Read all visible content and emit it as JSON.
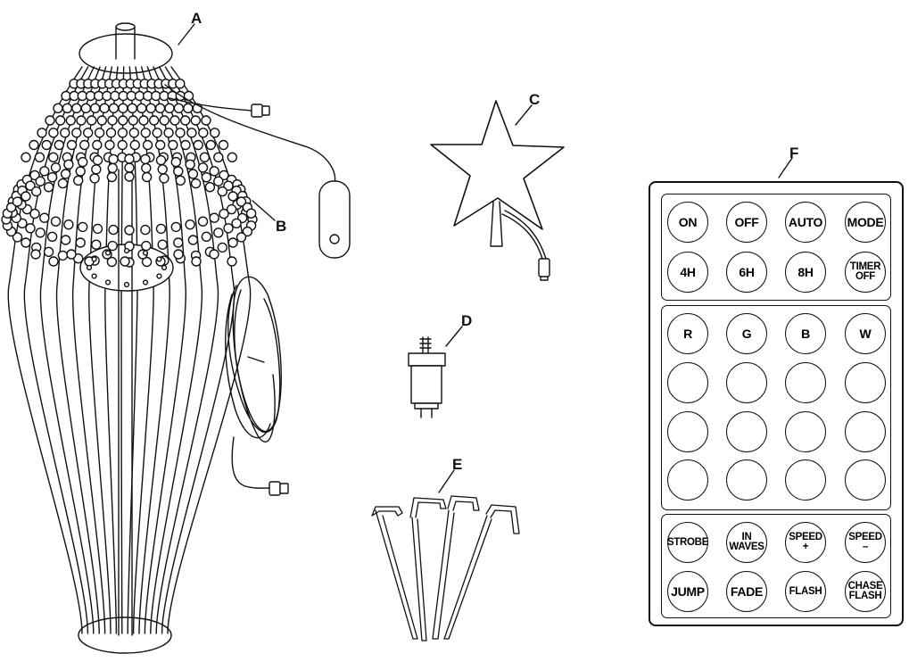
{
  "labels": {
    "a": "A",
    "b": "B",
    "c": "C",
    "d": "D",
    "e": "E",
    "f": "F"
  },
  "remote": {
    "row_top_1": [
      "ON",
      "OFF",
      "AUTO",
      "MODE"
    ],
    "row_top_2": [
      "4H",
      "6H",
      "8H",
      "TIMER\nOFF"
    ],
    "row_color": [
      "R",
      "G",
      "B",
      "W"
    ],
    "row_fx_1": [
      "STROBE",
      "IN\nWAVES",
      "SPEED\n+",
      "SPEED\n–"
    ],
    "row_fx_2": [
      "JUMP",
      "FADE",
      "FLASH",
      "CHASE\nFLASH"
    ]
  }
}
